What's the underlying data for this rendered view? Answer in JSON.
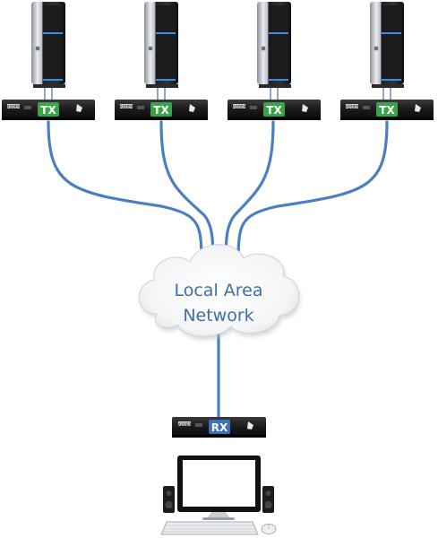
{
  "transmitters": [
    {
      "badge": "TX",
      "brand": "ADDER"
    },
    {
      "badge": "TX",
      "brand": "ADDER"
    },
    {
      "badge": "TX",
      "brand": "ADDER"
    },
    {
      "badge": "TX",
      "brand": "ADDER"
    }
  ],
  "cloud": {
    "line1": "Local Area",
    "line2": "Network"
  },
  "receiver": {
    "badge": "RX",
    "brand": "ADDER"
  },
  "colors": {
    "cable": "#4a7fc0",
    "tx_badge": "#3aa34a",
    "rx_badge": "#3f6fb5",
    "cloud_text": "#3d6fa8",
    "device_body": "#1c1c1e"
  }
}
